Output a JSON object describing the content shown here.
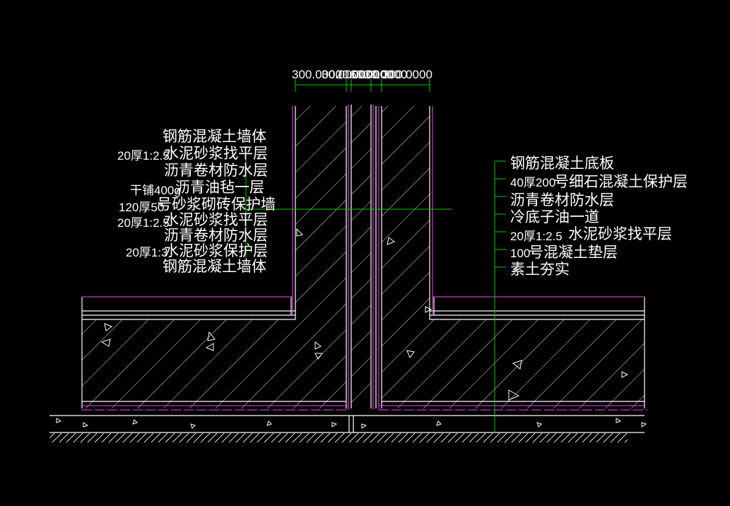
{
  "dimensions": [
    "300.0000",
    "30.0000",
    "20.0000",
    "60.0000",
    "30.0000",
    "300.0000"
  ],
  "left_labels": [
    {
      "num": "",
      "text": "钢筋混凝土墙体"
    },
    {
      "num": "20厚1:2.5",
      "text": "水泥砂浆找平层"
    },
    {
      "num": "",
      "text": "沥青卷材防水层"
    },
    {
      "num": "干铺400g",
      "text": "沥青油毡一层"
    },
    {
      "num": "120厚50",
      "text": "号砂浆砌砖保护墙"
    },
    {
      "num": "20厚1:2.5",
      "text": "水泥砂浆找平层"
    },
    {
      "num": "",
      "text": "沥青卷材防水层"
    },
    {
      "num": "20厚1:3",
      "text": "水泥砂浆保护层"
    },
    {
      "num": "",
      "text": "钢筋混凝土墙体"
    }
  ],
  "right_labels": [
    {
      "num": "",
      "text": "钢筋混凝土底板"
    },
    {
      "num": "40厚200",
      "text": "号细石混凝土保护层"
    },
    {
      "num": "",
      "text": "沥青卷材防水层"
    },
    {
      "num": "",
      "text": "冷底子油一道"
    },
    {
      "num": "20厚1:2.5",
      "text": "水泥砂浆找平层"
    },
    {
      "num": "100",
      "text": "号混凝土垫层"
    },
    {
      "num": "",
      "text": "素土夯实"
    }
  ],
  "colors": {
    "background": "#000000",
    "outline": "#ffffff",
    "membrane": "#cc33cc",
    "leader": "#00cc00",
    "hatch": "#ffffff"
  }
}
